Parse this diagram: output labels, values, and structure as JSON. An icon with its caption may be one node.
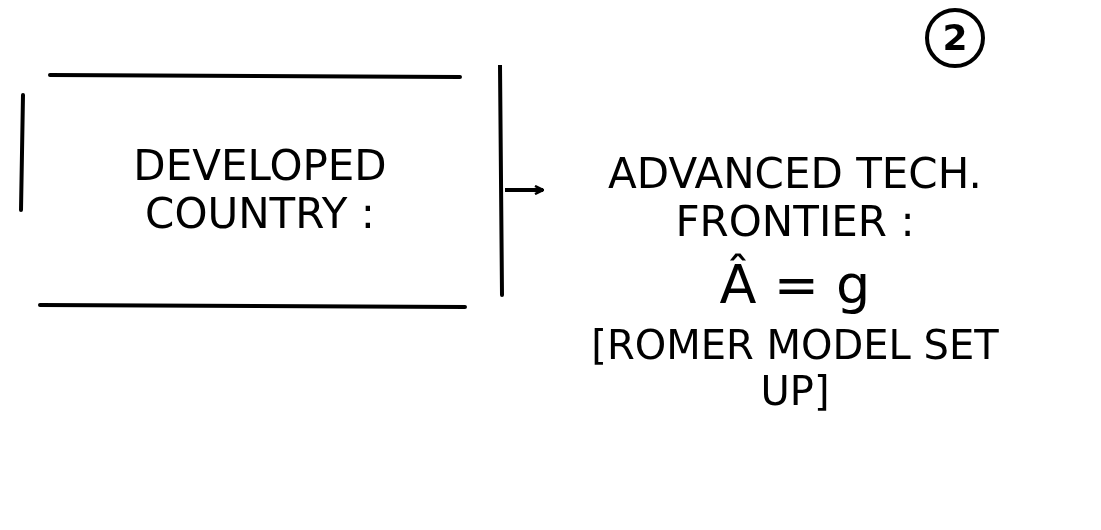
{
  "diagram": {
    "nodes": [
      {
        "text": [
          "DEVELOPED COUNTRY :"
        ]
      },
      {
        "text": [
          "ADVANCED TECH. FRONTIER :",
          "Â = g",
          "[ROMER MODEL SET UP]"
        ]
      }
    ],
    "edges": [
      {
        "from": 0,
        "to": 1,
        "arrow": "to"
      }
    ],
    "labels": [
      "2"
    ]
  }
}
